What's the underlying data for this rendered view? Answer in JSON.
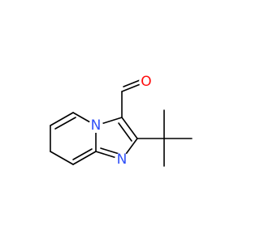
{
  "molecule": {
    "atoms": [
      {
        "id": "O1",
        "symbol": "O",
        "color": "#ff0d0d"
      },
      {
        "id": "N1",
        "symbol": "N",
        "color": "#3050f8"
      },
      {
        "id": "N2",
        "symbol": "N",
        "color": "#3050f8"
      }
    ],
    "bond_color": "#000000"
  }
}
